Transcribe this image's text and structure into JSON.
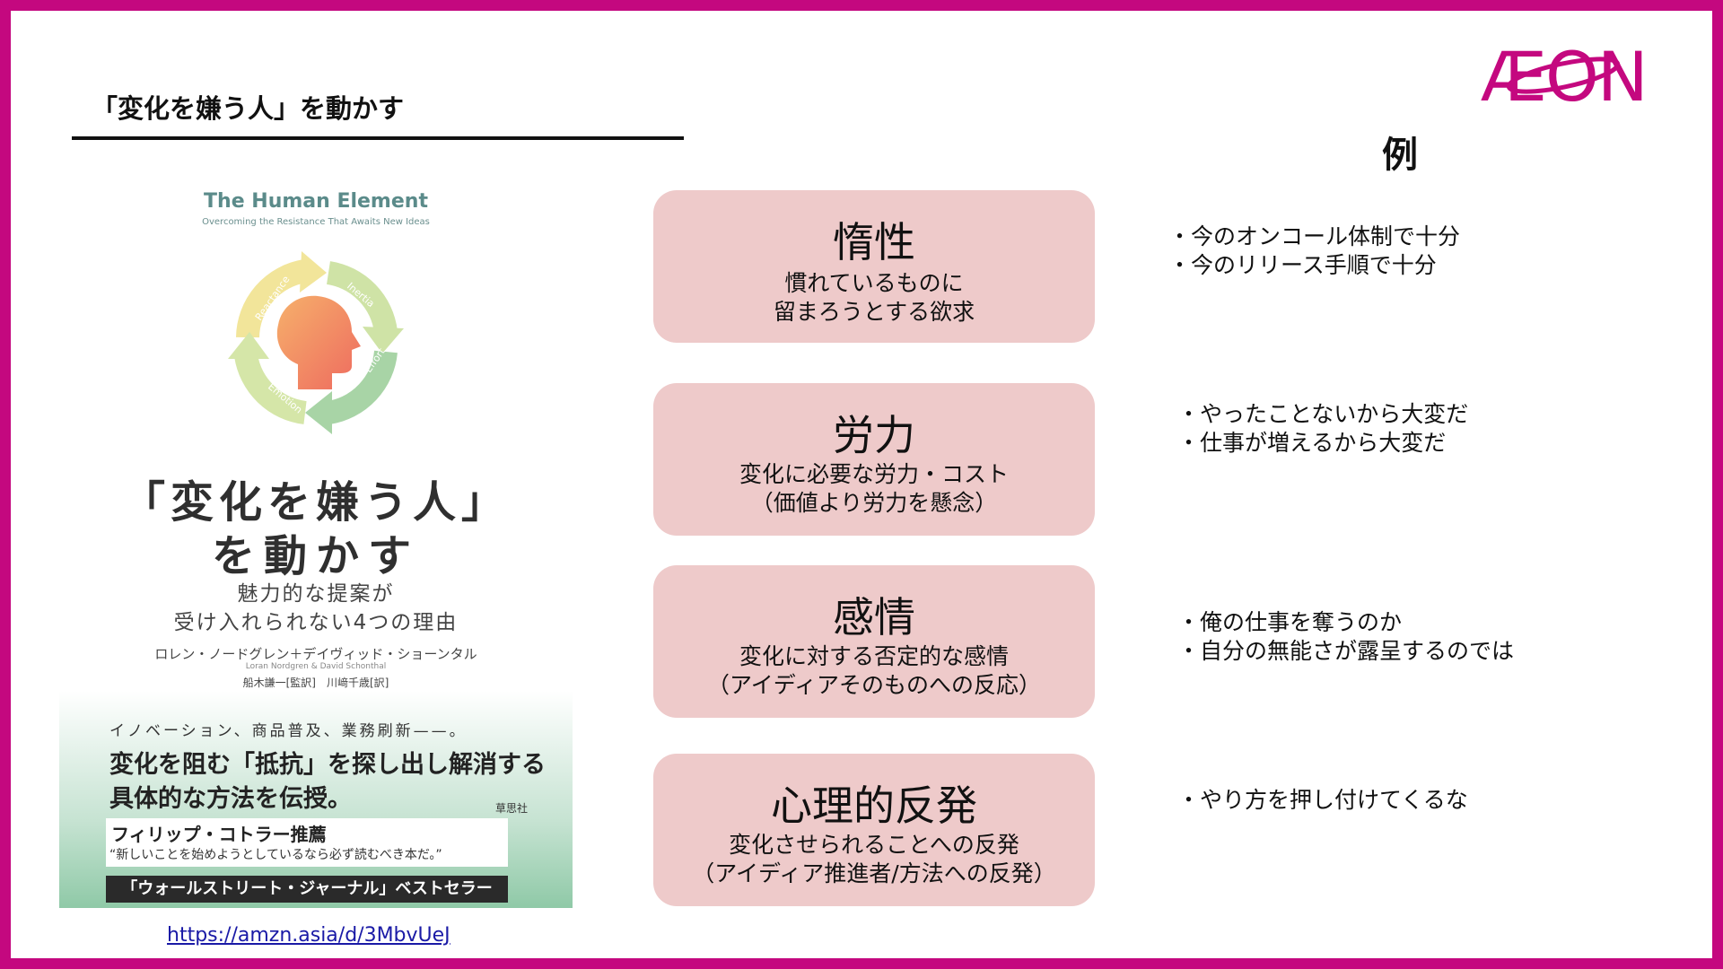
{
  "header": {
    "title": "「変化を嫌う人」を動かす",
    "logo_text": "ÆON",
    "brand_color": "#c4087f"
  },
  "examples_label": "例",
  "book": {
    "title_en": "The Human Element",
    "subtitle_en": "Overcoming the Resistance That Awaits New Ideas",
    "cycle_labels": [
      "Reactance",
      "Inertia",
      "Effort",
      "Emotion"
    ],
    "title_jp_line1": "「変化を嫌う人」",
    "title_jp_line2": "を動かす",
    "subtitle_jp_line1": "魅力的な提案が",
    "subtitle_jp_line2": "受け入れられない4つの理由",
    "authors": "ロレン・ノードグレン＋デイヴィッド・ショーンタル",
    "authors_en": "Loran Nordgren & David Schonthal",
    "translators": "船木謙一[監訳]　川﨑千歳[訳]",
    "tagline": "イノベーション、商品普及、業務刷新——。",
    "copy_line1": "変化を阻む「抵抗」を探し出し解消する",
    "copy_line2": "具体的な方法を伝授。",
    "publisher": "草思社",
    "endorsement_name": "フィリップ・コトラー推薦",
    "endorsement_quote": "“新しいことを始めようとしているなら必ず読むべき本だ。”",
    "band": "「ウォールストリート・ジャーナル」ベストセラー",
    "link": "https://amzn.asia/d/3MbvUeJ"
  },
  "cards": [
    {
      "title": "惰性",
      "desc1": "慣れているものに",
      "desc2": "留まろうとする欲求",
      "examples": [
        "・今のオンコール体制で十分",
        "・今のリリース手順で十分"
      ]
    },
    {
      "title": "労力",
      "desc1": "変化に必要な労力・コスト",
      "desc2": "（価値より労力を懸念）",
      "examples": [
        "・やったことないから大変だ",
        "・仕事が増えるから大変だ"
      ]
    },
    {
      "title": "感情",
      "desc1": "変化に対する否定的な感情",
      "desc2": "（アイディアそのものへの反応）",
      "examples": [
        "・俺の仕事を奪うのか",
        "・自分の無能さが露呈するのでは"
      ]
    },
    {
      "title": "心理的反発",
      "desc1": "変化させられることへの反発",
      "desc2": "（アイディア推進者/方法への反発）",
      "examples": [
        "・やり方を押し付けてくるな"
      ]
    }
  ]
}
